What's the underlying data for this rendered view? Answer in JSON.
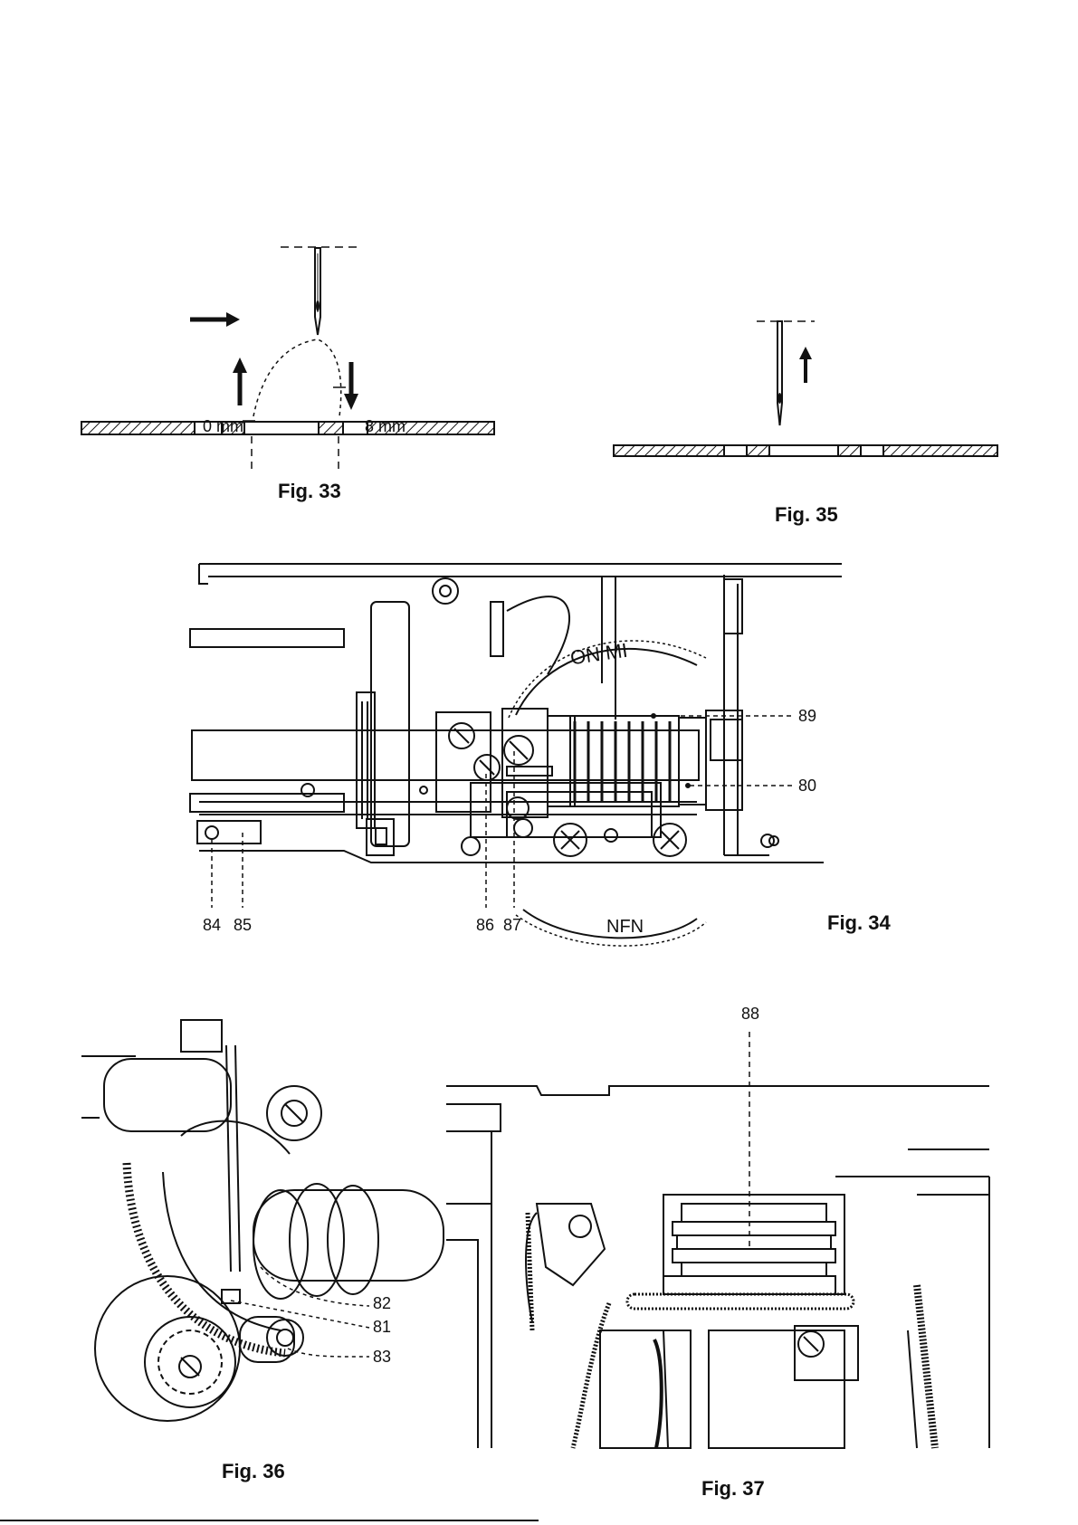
{
  "figures": {
    "fig33": {
      "caption": "Fig. 33",
      "label_left": "0 mm",
      "label_right": "8 mm"
    },
    "fig35": {
      "caption": "Fig. 35"
    },
    "fig34": {
      "caption": "Fig. 34",
      "dial_text_top": "ON MI",
      "dial_text_bottom": "NFN",
      "callouts": [
        "84",
        "85",
        "86",
        "87",
        "89",
        "80"
      ]
    },
    "fig36": {
      "caption": "Fig. 36",
      "callouts": [
        "82",
        "81",
        "83"
      ]
    },
    "fig37": {
      "caption": "Fig. 37",
      "callouts": [
        "88"
      ]
    }
  }
}
